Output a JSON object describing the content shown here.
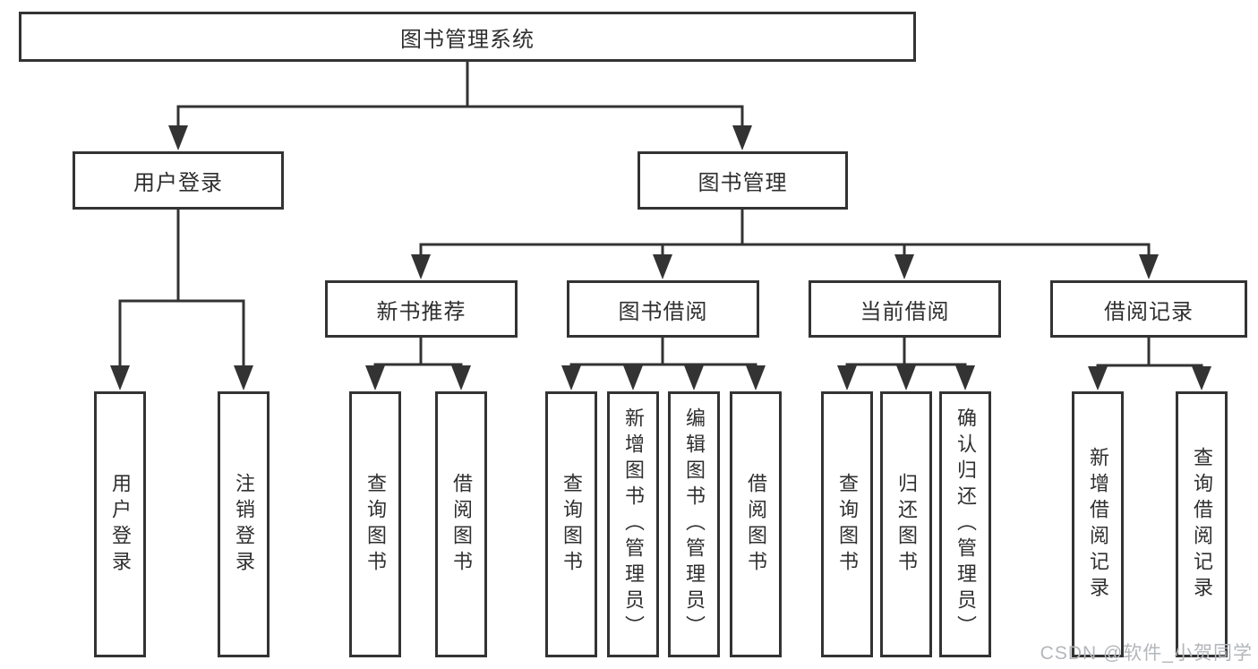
{
  "diagram_type": "hierarchy",
  "tree": {
    "label": "图书管理系统",
    "children": [
      {
        "label": "用户登录",
        "children": [
          {
            "label": "用户登录"
          },
          {
            "label": "注销登录"
          }
        ]
      },
      {
        "label": "图书管理",
        "children": [
          {
            "label": "新书推荐",
            "children": [
              {
                "label": "查询图书"
              },
              {
                "label": "借阅图书"
              }
            ]
          },
          {
            "label": "图书借阅",
            "children": [
              {
                "label": "查询图书"
              },
              {
                "label": "新增图书（管理员）"
              },
              {
                "label": "编辑图书（管理员）"
              },
              {
                "label": "借阅图书"
              }
            ]
          },
          {
            "label": "当前借阅",
            "children": [
              {
                "label": "查询图书"
              },
              {
                "label": "归还图书"
              },
              {
                "label": "确认归还（管理员）"
              }
            ]
          },
          {
            "label": "借阅记录",
            "children": [
              {
                "label": "新增借阅记录"
              },
              {
                "label": "查询借阅记录"
              }
            ]
          }
        ]
      }
    ]
  },
  "watermark": {
    "text": "CSDN @软件_小贺同学",
    "color": "#b3b6ba"
  },
  "colors": {
    "line": "#333333",
    "text": "#2f2f2f",
    "box_background": "#ffffff",
    "page_background": "#ffffff"
  }
}
